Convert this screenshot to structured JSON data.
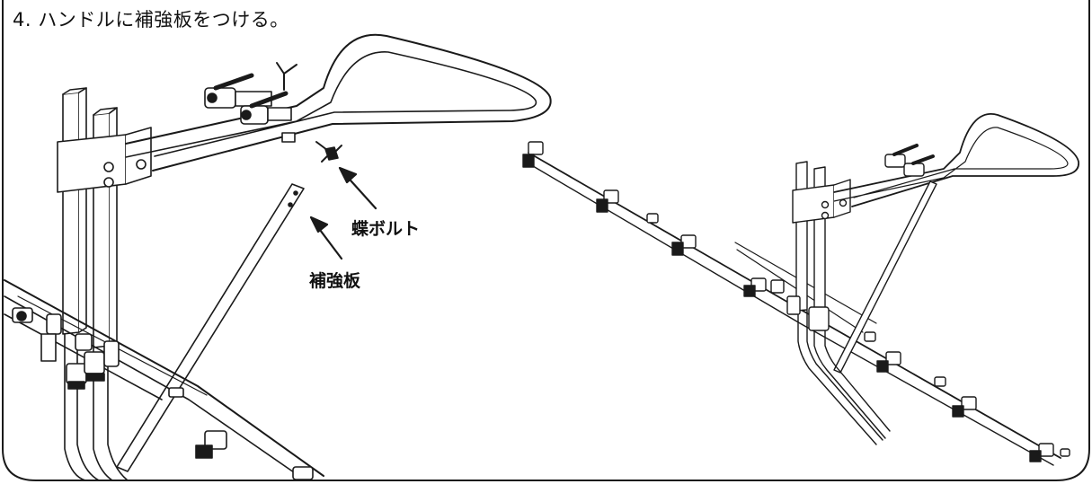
{
  "step": {
    "caption": "4. ハンドルに補強板をつける。"
  },
  "callouts": {
    "wing_bolt": "蝶ボルト",
    "reinforcement_plate": "補強板"
  }
}
